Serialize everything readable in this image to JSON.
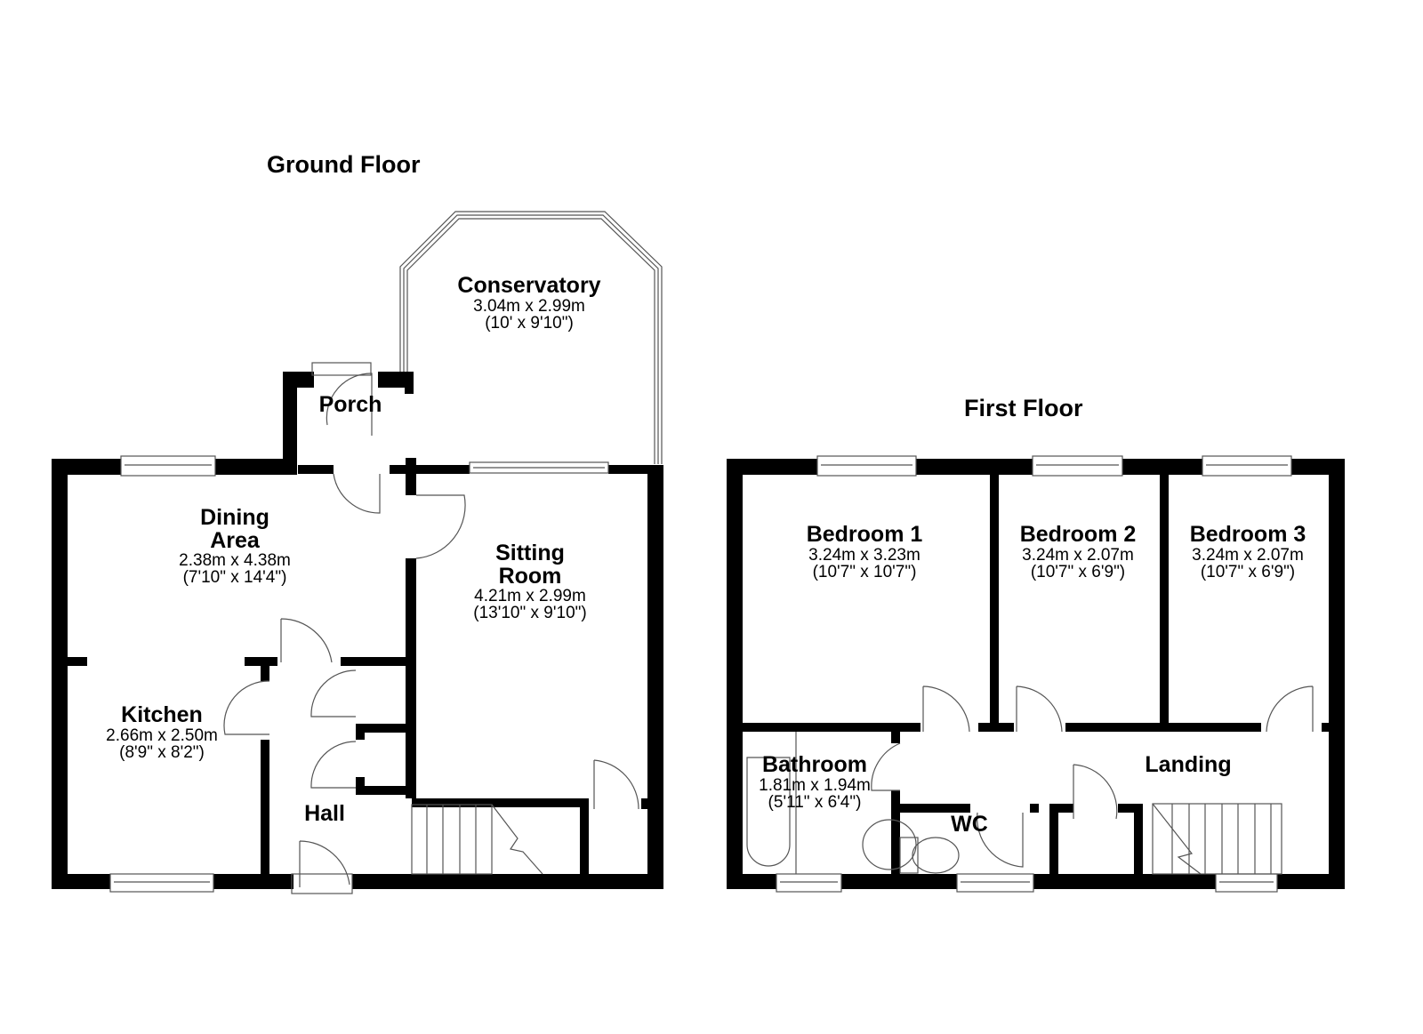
{
  "floors": {
    "ground": {
      "title": "Ground Floor",
      "rooms": {
        "conservatory": {
          "name": "Conservatory",
          "metric": "3.04m x 2.99m",
          "imperial": "(10' x 9'10\")"
        },
        "porch": {
          "name": "Porch"
        },
        "dining": {
          "name": "Dining",
          "name2": "Area",
          "metric": "2.38m x 4.38m",
          "imperial": "(7'10\" x 14'4\")"
        },
        "sitting": {
          "name": "Sitting",
          "name2": "Room",
          "metric": "4.21m x 2.99m",
          "imperial": "(13'10\" x 9'10\")"
        },
        "kitchen": {
          "name": "Kitchen",
          "metric": "2.66m x 2.50m",
          "imperial": "(8'9\" x 8'2\")"
        },
        "hall": {
          "name": "Hall"
        }
      }
    },
    "first": {
      "title": "First Floor",
      "rooms": {
        "bedroom1": {
          "name": "Bedroom 1",
          "metric": "3.24m x 3.23m",
          "imperial": "(10'7\" x 10'7\")"
        },
        "bedroom2": {
          "name": "Bedroom 2",
          "metric": "3.24m x 2.07m",
          "imperial": "(10'7\" x 6'9\")"
        },
        "bedroom3": {
          "name": "Bedroom 3",
          "metric": "3.24m x 2.07m",
          "imperial": "(10'7\" x 6'9\")"
        },
        "bathroom": {
          "name": "Bathroom",
          "metric": "1.81m x 1.94m",
          "imperial": "(5'11\" x 6'4\")"
        },
        "wc": {
          "name": "WC"
        },
        "landing": {
          "name": "Landing"
        }
      }
    }
  },
  "colors": {
    "wall": "#000000",
    "line": "#555555",
    "background": "#ffffff"
  }
}
